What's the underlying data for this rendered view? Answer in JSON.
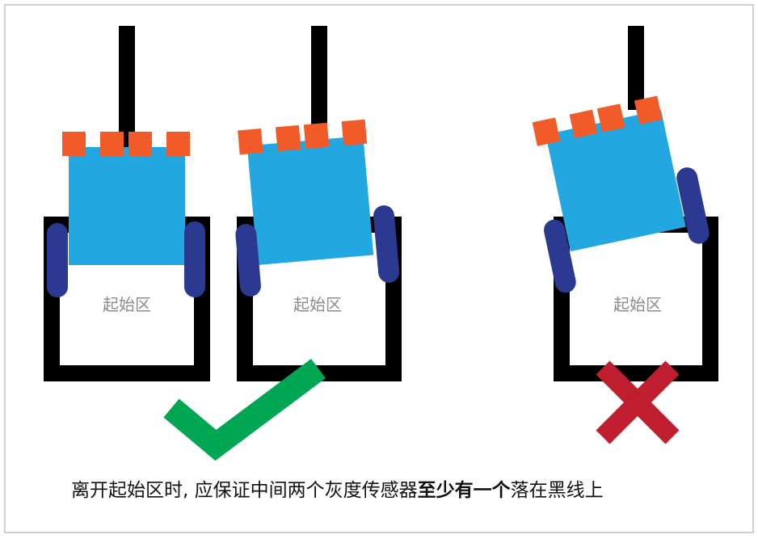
{
  "colors": {
    "track_line": "#000000",
    "sensor": "#f15a29",
    "robot_body": "#22a7e0",
    "wheel": "#2b3990",
    "start_zone_border": "#000000",
    "correct_mark": "#00a651",
    "wrong_mark": "#be1e2d",
    "frame_border": "#d0d0d0"
  },
  "icons": {
    "correct": "check-mark-icon",
    "wrong": "cross-mark-icon"
  },
  "scenes": [
    {
      "zone_label": "起始区",
      "verdict": "correct"
    },
    {
      "zone_label": "起始区",
      "verdict": "correct"
    },
    {
      "zone_label": "起始区",
      "verdict": "wrong"
    }
  ],
  "caption": {
    "before": "离开起始区时, 应保证中间两个灰度传感器",
    "emphasis": "至少有一个",
    "after": "落在黑线上"
  }
}
